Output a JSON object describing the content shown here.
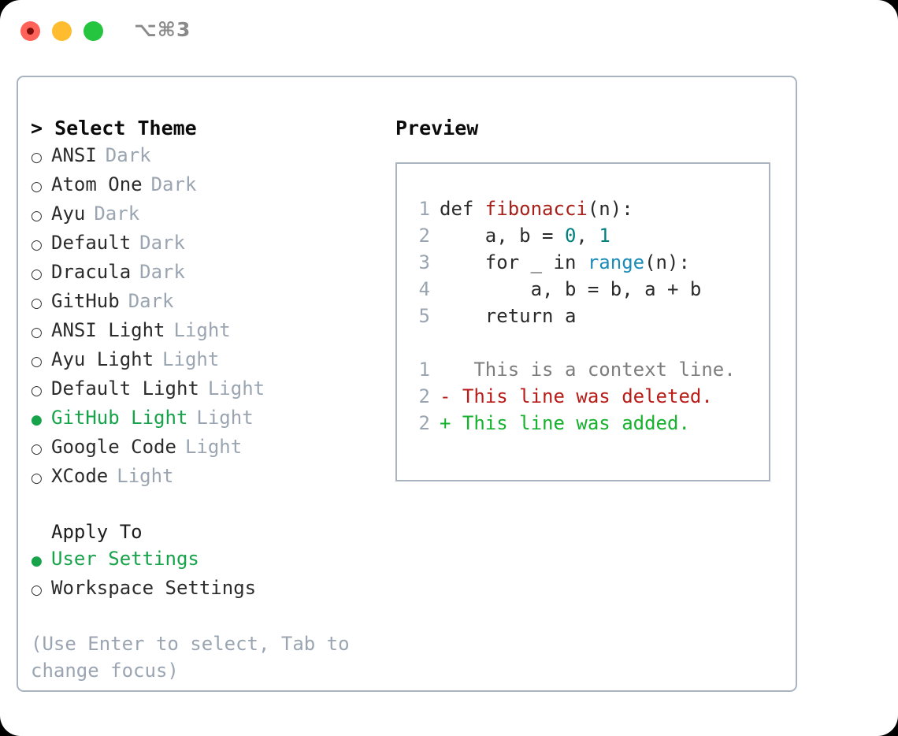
{
  "titlebar": {
    "shortcut": "⌥⌘3",
    "buttons": [
      {
        "name": "close",
        "color": "#ff6259"
      },
      {
        "name": "minimize",
        "color": "#febc2e"
      },
      {
        "name": "maximize",
        "color": "#25c53f"
      }
    ]
  },
  "theme_picker": {
    "header": "> Select Theme",
    "caret": ">",
    "options": [
      {
        "marker": "○",
        "label": "ANSI",
        "tag": "Dark",
        "selected": false
      },
      {
        "marker": "○",
        "label": "Atom One",
        "tag": "Dark",
        "selected": false
      },
      {
        "marker": "○",
        "label": "Ayu",
        "tag": "Dark",
        "selected": false
      },
      {
        "marker": "○",
        "label": "Default",
        "tag": "Dark",
        "selected": false
      },
      {
        "marker": "○",
        "label": "Dracula",
        "tag": "Dark",
        "selected": false
      },
      {
        "marker": "○",
        "label": "GitHub",
        "tag": "Dark",
        "selected": false
      },
      {
        "marker": "○",
        "label": "ANSI Light",
        "tag": "Light",
        "selected": false
      },
      {
        "marker": "○",
        "label": "Ayu Light",
        "tag": "Light",
        "selected": false
      },
      {
        "marker": "○",
        "label": "Default Light",
        "tag": "Light",
        "selected": false
      },
      {
        "marker": "●",
        "label": "GitHub Light",
        "tag": "Light",
        "selected": true
      },
      {
        "marker": "○",
        "label": "Google Code",
        "tag": "Light",
        "selected": false
      },
      {
        "marker": "○",
        "label": "XCode",
        "tag": "Light",
        "selected": false
      }
    ]
  },
  "apply_to": {
    "header": "Apply To",
    "options": [
      {
        "marker": "●",
        "label": "User Settings",
        "selected": true
      },
      {
        "marker": "○",
        "label": "Workspace Settings",
        "selected": false
      }
    ]
  },
  "hint": "(Use Enter to select, Tab to change focus)",
  "preview": {
    "header": "Preview",
    "code_lines": [
      {
        "no": "1",
        "tokens": [
          {
            "t": "def ",
            "c": "kw"
          },
          {
            "t": "fibonacci",
            "c": "fn"
          },
          {
            "t": "(n):",
            "c": "plain"
          }
        ]
      },
      {
        "no": "2",
        "tokens": [
          {
            "t": "    a, b = ",
            "c": "plain"
          },
          {
            "t": "0",
            "c": "num"
          },
          {
            "t": ", ",
            "c": "plain"
          },
          {
            "t": "1",
            "c": "num"
          }
        ]
      },
      {
        "no": "3",
        "tokens": [
          {
            "t": "    for _ in ",
            "c": "kw"
          },
          {
            "t": "range",
            "c": "bi"
          },
          {
            "t": "(n):",
            "c": "plain"
          }
        ]
      },
      {
        "no": "4",
        "tokens": [
          {
            "t": "        a, b = b, a + b",
            "c": "plain"
          }
        ]
      },
      {
        "no": "5",
        "tokens": [
          {
            "t": "    return a",
            "c": "kw"
          }
        ]
      }
    ],
    "diff_lines": [
      {
        "no": "1",
        "sign": " ",
        "text": "  This is a context line.",
        "kind": "ctx"
      },
      {
        "no": "2",
        "sign": "-",
        "text": " This line was deleted.",
        "kind": "del"
      },
      {
        "no": "2",
        "sign": "+",
        "text": " This line was added.",
        "kind": "add"
      }
    ]
  },
  "colors": {
    "accent_green": "#16a34a",
    "muted": "#9aa5b1",
    "border": "#aab4c0",
    "fn_red": "#a8201a",
    "num_teal": "#00807e",
    "builtin_blue": "#1a8cb8",
    "diff_del": "#b81c18",
    "diff_add": "#16b22e"
  }
}
